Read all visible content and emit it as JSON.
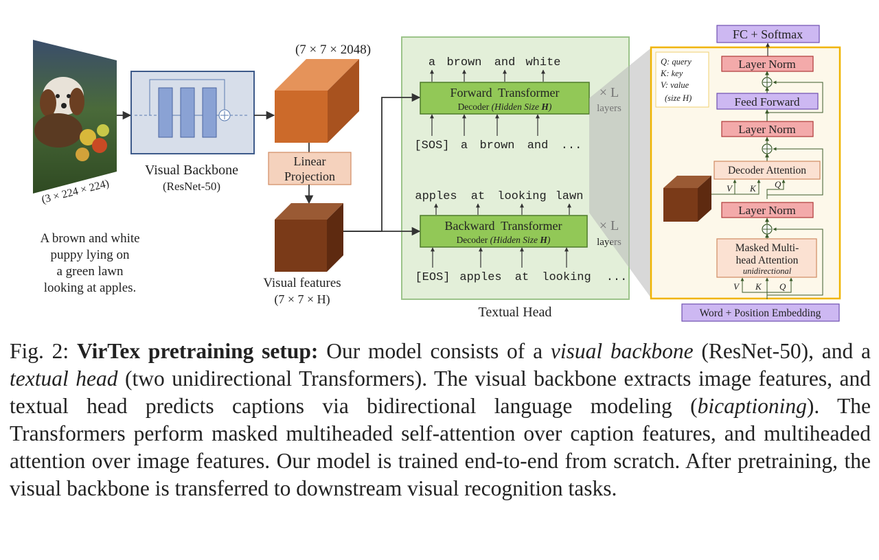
{
  "input_image": {
    "dims": "(3 × 224 × 224)",
    "caption_lines": [
      "A brown and white",
      "puppy lying on",
      "a green lawn",
      "looking at apples."
    ]
  },
  "visual_backbone": {
    "title": "Visual Backbone",
    "subtitle": "(ResNet-50)",
    "output_dims": "(7 × 7 × 2048)"
  },
  "projection": {
    "label_lines": [
      "Linear",
      "Projection"
    ]
  },
  "visual_features": {
    "label": "Visual features",
    "dims": "(7 × 7 × H)"
  },
  "textual_head": {
    "label": "Textual Head",
    "forward": {
      "title": "Forward  Transformer",
      "subtitle_plain": "Decoder ",
      "subtitle_italic": "(Hidden Size ",
      "subtitle_bold": "H",
      "subtitle_close": ")",
      "repeat": "× L",
      "repeat_unit": "layers",
      "outputs": [
        "a",
        "brown",
        "and",
        "white"
      ],
      "inputs": [
        "[SOS]",
        "a",
        "brown",
        "and",
        "..."
      ]
    },
    "backward": {
      "title": "Backward  Transformer",
      "subtitle_plain": "Decoder ",
      "subtitle_italic": "(Hidden Size ",
      "subtitle_bold": "H",
      "subtitle_close": ")",
      "repeat": "× L",
      "repeat_unit": "layers",
      "outputs": [
        "apples",
        "at",
        "looking",
        "lawn"
      ],
      "inputs": [
        "[EOS]",
        "apples",
        "at",
        "looking",
        "..."
      ]
    }
  },
  "transformer_layer": {
    "legend": [
      "Q: query",
      "K: key",
      "V: value",
      "(size H)"
    ],
    "fc_softmax": "FC + Softmax",
    "layer_norm": "Layer Norm",
    "feed_forward": "Feed Forward",
    "decoder_attention": "Decoder Attention",
    "masked_attention_lines": [
      "Masked Multi-",
      "head Attention"
    ],
    "masked_attention_note": "unidirectional",
    "embedding": "Word + Position Embedding",
    "v": "V",
    "k": "K",
    "q": "Q"
  },
  "caption": {
    "fig_label": "Fig. 2: ",
    "bold_title": "VirTex pretraining setup:",
    "t1": " Our model consists of a ",
    "i1": "visual backbone",
    "t2": " (ResNet-50), and a ",
    "i2": "textual head",
    "t3": " (two unidirectional Transformers). The visual backbone extracts image features, and textual head predicts captions via bidirectional language modeling (",
    "i3": "bicaptioning",
    "t4": "). The Transformers perform masked multiheaded self-attention over caption features, and multiheaded attention over image features. Our model is trained end-to-end from scratch. After pretraining, the visual backbone is transferred to downstream visual recognition tasks."
  }
}
